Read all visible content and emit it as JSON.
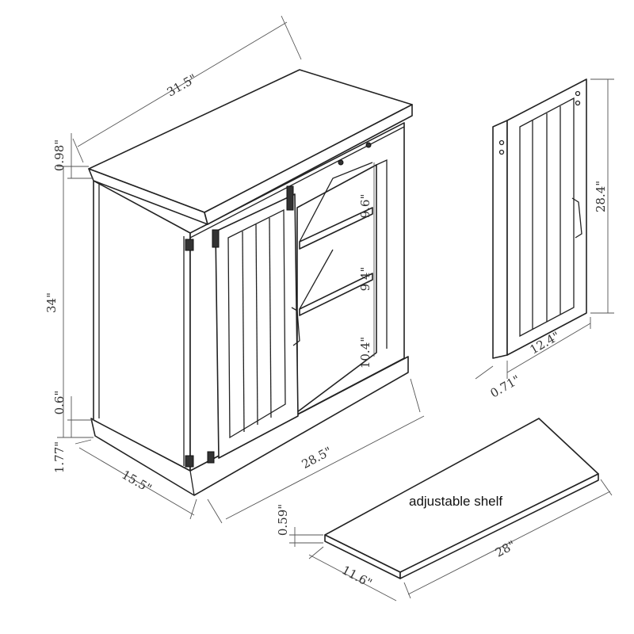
{
  "dimensions": {
    "width": "31.5\"",
    "top_thickness": "0.98\"",
    "height": "34\"",
    "shelf_gap_top": "9.6\"",
    "shelf_gap_mid": "9.4\"",
    "shelf_gap_bottom": "10.4\"",
    "base_gap": "0.6\"",
    "base_height": "1.77\"",
    "depth": "15.5\"",
    "inner_width": "28.5\"",
    "door_height": "28.4\"",
    "door_width": "12.4\"",
    "door_thickness": "0.71\"",
    "shelf_thickness": "0.59\"",
    "shelf_length": "28\"",
    "shelf_depth": "11.6\""
  },
  "shelf_label": "adjustable shelf"
}
